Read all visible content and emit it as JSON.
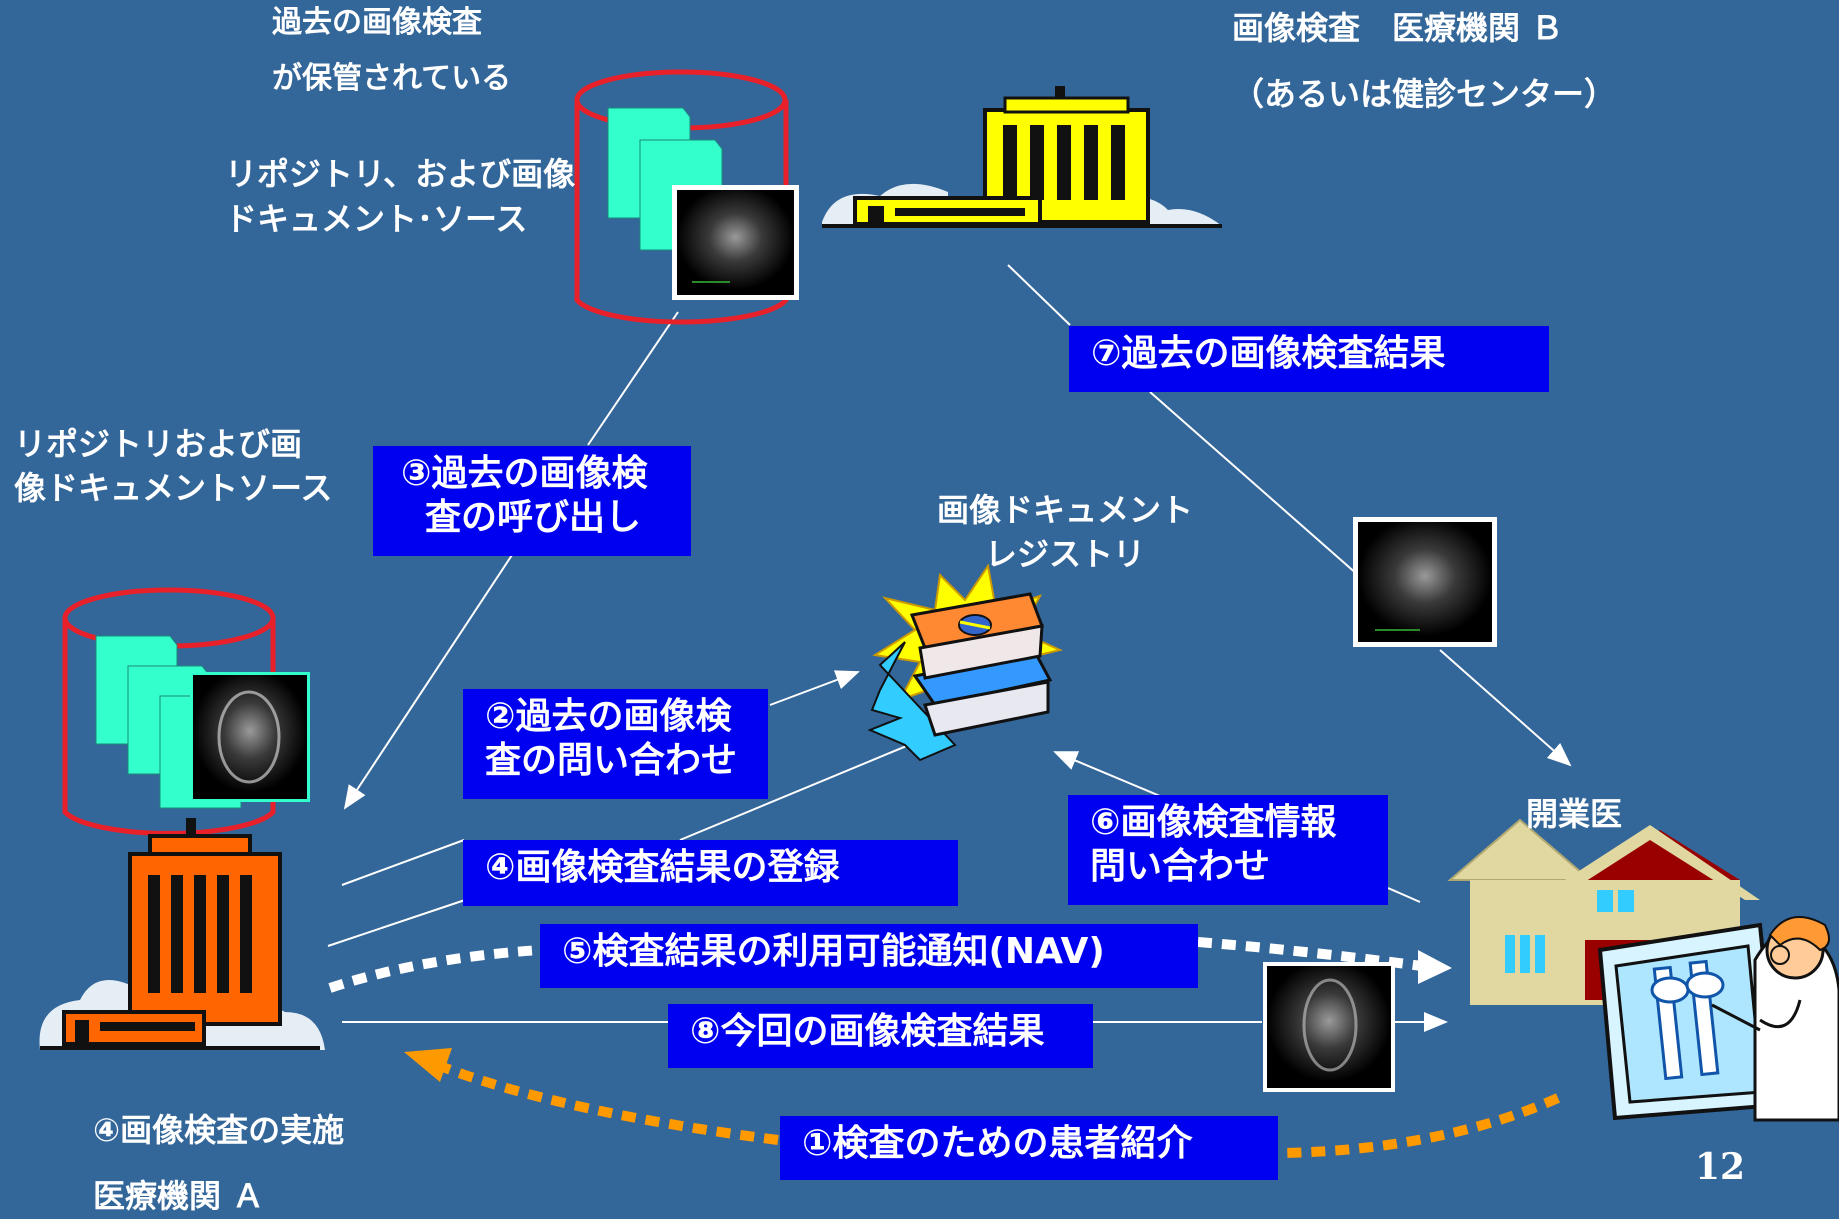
{
  "labels": {
    "past_stored_1": "過去の画像検査",
    "past_stored_2": "が保管されている",
    "repo_b_1": "リポジトリ、および画像",
    "repo_b_2": "ドキュメント･ソース",
    "inst_b_1": "画像検査　医療機関 Ｂ",
    "inst_b_2": "（あるいは健診センター）",
    "repo_a_1": "リポジトリおよび画",
    "repo_a_2": "像ドキュメントソース",
    "registry_1": "画像ドキュメント",
    "registry_2": "レジストリ",
    "clinic": "開業医",
    "inst_a_1": "④画像検査の実施",
    "inst_a_2": "医療機関 Ａ",
    "page_number": "12"
  },
  "steps": {
    "s7": "⑦過去の画像検査結果",
    "s3_1": "③過去の画像検",
    "s3_2": "査の呼び出し",
    "s2_1": "②過去の画像検",
    "s2_2": "査の問い合わせ",
    "s4": "④画像検査結果の登録",
    "s6_1": "⑥画像検査情報",
    "s6_2": "問い合わせ",
    "s5": "⑤検査結果の利用可能通知(NAV)",
    "s8": "⑧今回の画像検査結果",
    "s1": "①検査のための患者紹介"
  },
  "colors": {
    "background": "#336699",
    "step_box": "#0000f0",
    "repository_outline": "#e8202a",
    "document": "#33ffcc",
    "notify_arrow": "#ffffff",
    "referral_arrow": "#ff9900",
    "building_b": "#ffff00",
    "building_a": "#ff6600",
    "clinic_house": "#e0d8a0"
  },
  "icons": [
    "repository-cylinder-icon",
    "hospital-building-icon",
    "registry-books-icon",
    "clinic-house-icon",
    "doctor-xray-icon",
    "echo-image-icon"
  ]
}
